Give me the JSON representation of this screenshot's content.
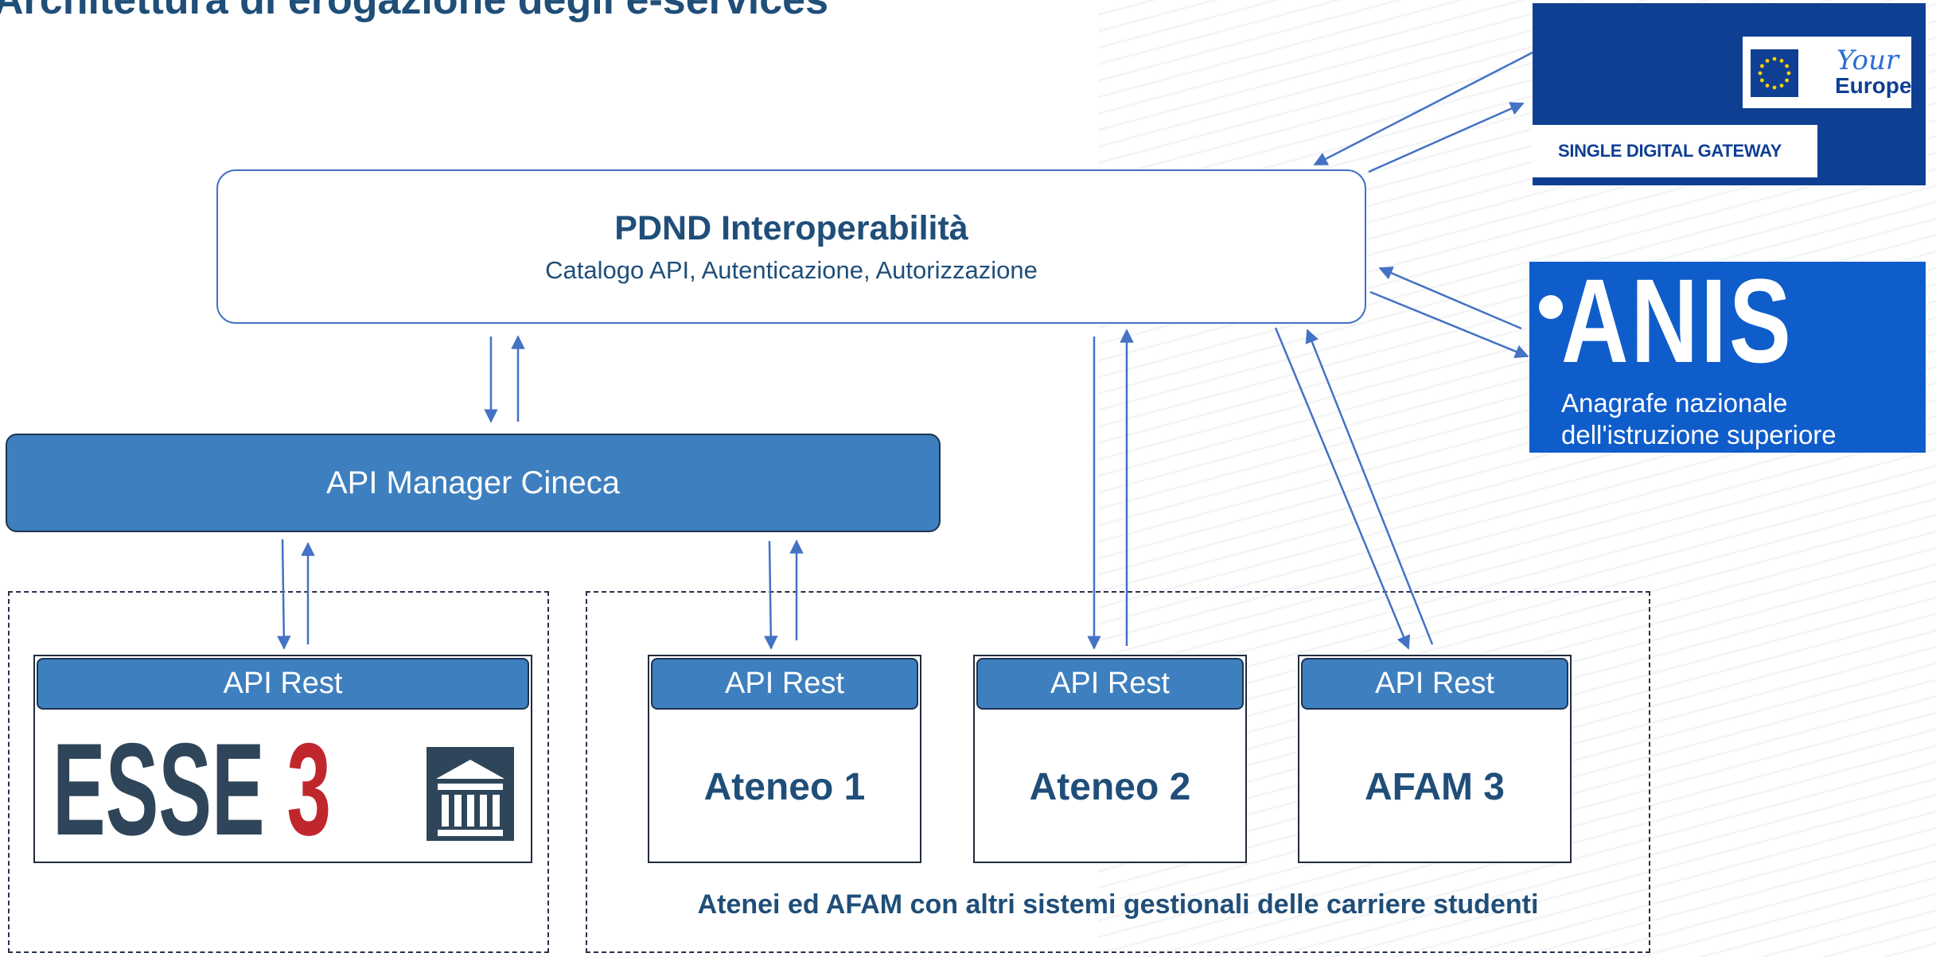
{
  "title": "Architettura di erogazione degli e-services",
  "pdnd": {
    "title": "PDND Interoperabilità",
    "subtitle": "Catalogo API, Autenticazione, Autorizzazione"
  },
  "api_manager": {
    "label": "API Manager Cineca"
  },
  "cards": [
    {
      "header": "API Rest",
      "body": "ESSE 3"
    },
    {
      "header": "API Rest",
      "body": "Ateneo 1"
    },
    {
      "header": "API Rest",
      "body": "Ateneo 2"
    },
    {
      "header": "API Rest",
      "body": "AFAM 3"
    }
  ],
  "group_note": "Atenei ed AFAM con altri sistemi gestionali delle carriere studenti",
  "your_europe": {
    "your": "Your",
    "europe": "Europe",
    "strip": "SINGLE DIGITAL GATEWAY"
  },
  "anis": {
    "word": "ANIS",
    "line1": "Anagrafe nazionale",
    "line2": "dell'istruzione superiore"
  },
  "colors": {
    "title": "#1f4e79",
    "box_fill": "#3e7fbf",
    "arrow": "#4472c4",
    "esse3_blue": "#2f4559",
    "esse3_red": "#c0272d",
    "your_europe_bg": "#0e3f93",
    "anis_bg": "#0f5dcb"
  }
}
